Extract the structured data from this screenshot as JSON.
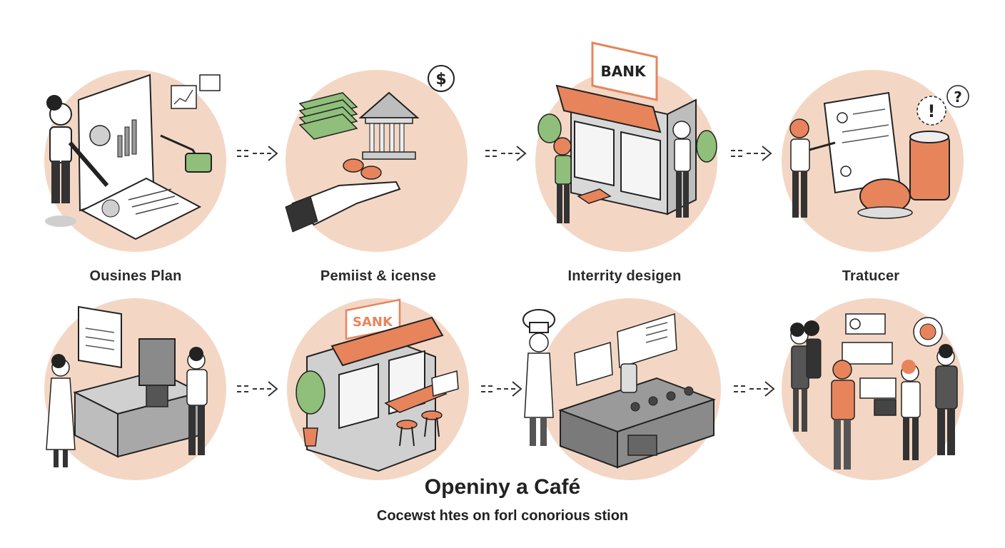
{
  "steps": [
    {
      "caption": "Ousines Plan",
      "scene": "business-plan"
    },
    {
      "caption": "Pemiist & icense",
      "scene": "permit-license"
    },
    {
      "caption": "Interrity desigen",
      "scene": "interior-design"
    },
    {
      "caption": "Tratucer",
      "scene": "tratucer"
    },
    {
      "caption": "",
      "scene": "equipment-setup"
    },
    {
      "caption": "",
      "scene": "storefront"
    },
    {
      "caption": "",
      "scene": "kitchen"
    },
    {
      "caption": "",
      "scene": "opening-team"
    }
  ],
  "signs": {
    "bank": "BANK",
    "sank": "SANK",
    "dollar": "$",
    "question": "?",
    "exclaim": "!"
  },
  "title": "Openiny a Café",
  "subtitle": "Cocewst htes on forl conorious stion",
  "colors": {
    "bubble": "#f3d7c4",
    "accent": "#e8845c",
    "green": "#8fbf7a",
    "ink": "#222222",
    "gray": "#9a9a9a"
  },
  "icons": [
    "arrow-right-icon",
    "dollar-icon",
    "question-icon",
    "exclamation-icon"
  ]
}
